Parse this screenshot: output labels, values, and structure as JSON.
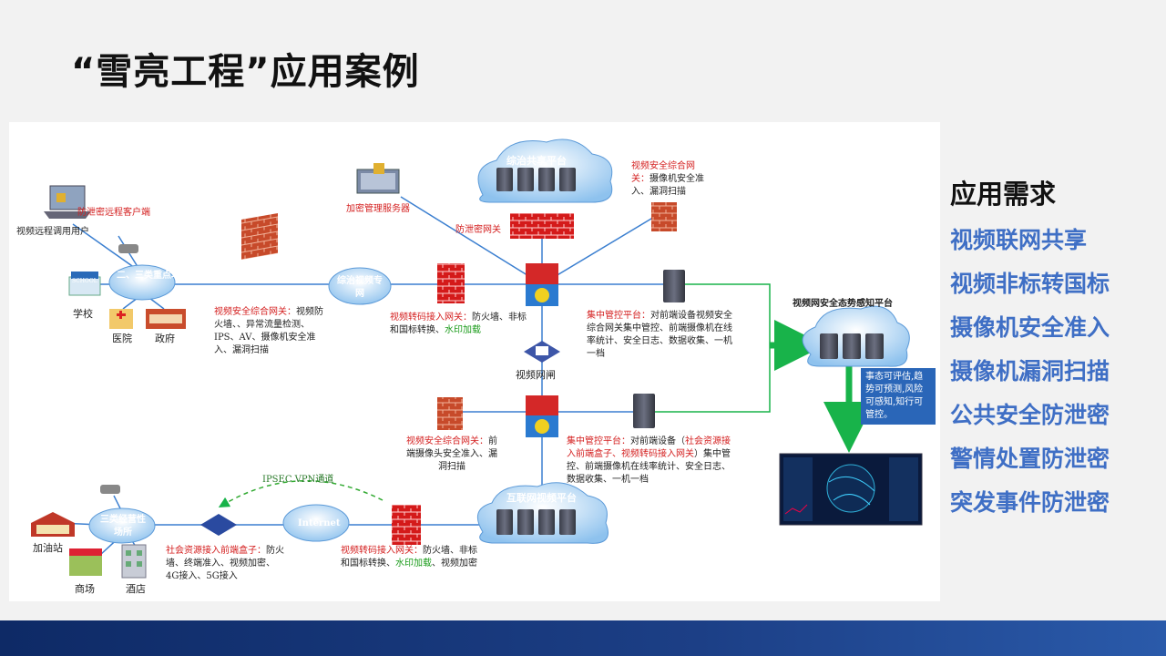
{
  "title": "“雪亮工程”应用案例",
  "requirements": {
    "heading": "应用需求",
    "items": [
      "视频联网共享",
      "视频非标转国标",
      "摄像机安全准入",
      "摄像机漏洞扫描",
      "公共安全防泄密",
      "警情处置防泄密",
      "突发事件防泄密"
    ]
  },
  "diagram": {
    "nodes": {
      "remote_client": "防泄密远程客户端",
      "remote_user": "视频远程调用用户",
      "key_sites": "二、三类重点场所",
      "school": "学校",
      "hospital": "医院",
      "government": "政府",
      "school_sign": "SCHOOL",
      "video_private_net": "综治视频专网",
      "encrypt_server": "加密管理服务器",
      "share_platform": "综治共享平台",
      "leak_gateway": "防泄密网关",
      "video_gate": "视频网闸",
      "internet_platform": "互联网视频平台",
      "internet": "Internet",
      "vpn": "IPSEC VPN通道",
      "third_sites": "三类经营性场所",
      "gas_station": "加油站",
      "mall": "商场",
      "hotel": "酒店",
      "awareness_platform": "视频网安全态势感知平台",
      "awareness_note": "事态可评估,趋势可预测,风险可感知,知行可管控。"
    },
    "labels": {
      "gw1_title": "视频安全综合网关：",
      "gw1_body": "视频防火墙、、异常流量检测、IPS、AV、摄像机安全准入、漏洞扫描",
      "tc1_title": "视频转码接入网关：",
      "tc1_body": "防火墙、非标和国标转换、",
      "tc1_green": "水印加载",
      "gw2_title": "视频安全综合网关：",
      "gw2_body": "摄像机安全准入、漏洞扫描",
      "cc1_title": "集中管控平台：",
      "cc1_body": "对前端设备视频安全综合网关集中管控、前端摄像机在线率统计、安全日志、数据收集、一机一档",
      "gw3_title": "视频安全综合网关：",
      "gw3_body": "前端摄像头安全准入、漏洞扫描",
      "cc2_title": "集中管控平台：",
      "cc2_body_a": "对前端设备（",
      "cc2_red": "社会资源接入前端盒子、视频转码接入网关",
      "cc2_body_b": "）集中管控、前端摄像机在线率统计、安全日志、数据收集、一机一档",
      "box_title": "社会资源接入前端盒子：",
      "box_body": "防火墙、终端准入、视频加密、4G接入、5G接入",
      "tc2_title": "视频转码接入网关：",
      "tc2_body": "防火墙、非标和国标转换、",
      "tc2_green": "水印加载",
      "tc2_tail": "、视频加密"
    }
  }
}
